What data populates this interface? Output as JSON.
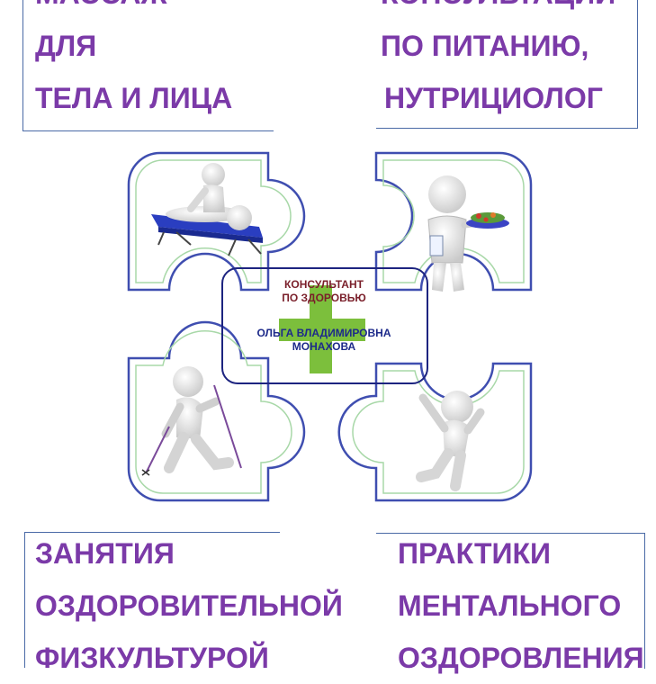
{
  "top_left": {
    "lines": [
      "МАССАЖ",
      "ДЛЯ",
      "ТЕЛА И ЛИЦА"
    ]
  },
  "top_right": {
    "lines": [
      "КОНСУЛЬТАЦИИ",
      "ПО ПИТАНИЮ,",
      "НУТРИЦИОЛОГ"
    ]
  },
  "bottom_left": {
    "lines": [
      "ЗАНЯТИЯ",
      "ОЗДОРОВИТЕЛЬНОЙ",
      "ФИЗКУЛЬТУРОЙ"
    ]
  },
  "bottom_right": {
    "lines": [
      "ПРАКТИКИ",
      "МЕНТАЛЬНОГО",
      "ОЗДОРОВЛЕНИЯ"
    ]
  },
  "center": {
    "role": "КОНСУЛЬТАНТ\nПО ЗДОРОВЬЮ",
    "name": "ОЛЬГА ВЛАДИМИРОВНА\nМОНАХОВА"
  },
  "colors": {
    "heading": "#7b3aa8",
    "frame": "#4a6aa6",
    "puzzle_outline": "#3f4eb0",
    "puzzle_inner": "#a8d8a8",
    "cross": "#7cbf3c",
    "role_text": "#7a1f2a",
    "name_text": "#1d2a8a",
    "center_box": "#1d2480"
  },
  "icons": [
    "massage-table-icon",
    "nutritionist-with-salad-icon",
    "nordic-walking-figure-icon",
    "jumping-figure-icon"
  ]
}
